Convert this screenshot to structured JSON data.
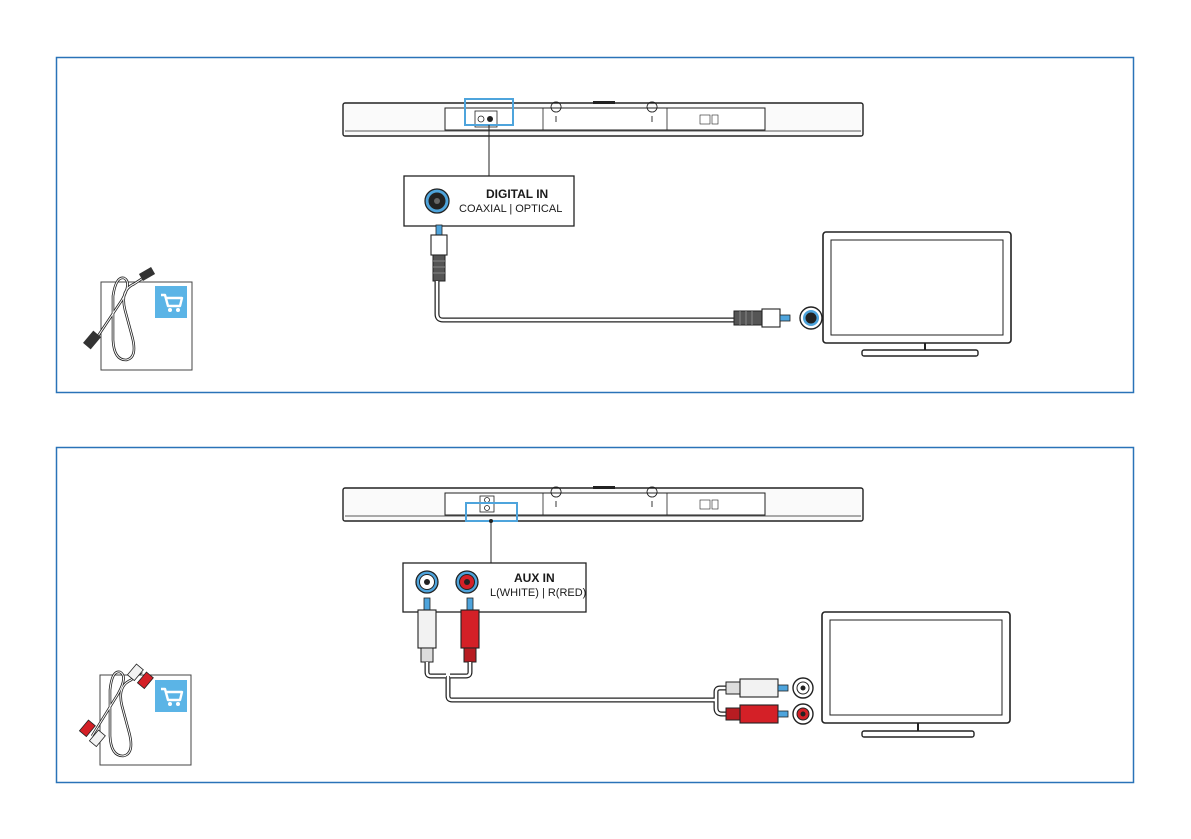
{
  "colors": {
    "frame": "#2a73b8",
    "accent_blue": "#4ea4dc",
    "cart_blue": "#5bb4e6",
    "red": "#d42027",
    "line": "#222222"
  },
  "panel1": {
    "port_title": "DIGITAL IN",
    "port_sub": "COAXIAL  |  OPTICAL",
    "accessory_icon": "shopping-cart-icon",
    "cable_icon": "coaxial-cable-icon"
  },
  "panel2": {
    "port_title": "AUX IN",
    "port_sub": "L(WHITE)  |  R(RED)",
    "accessory_icon": "shopping-cart-icon",
    "cable_icon": "rca-cable-icon"
  }
}
